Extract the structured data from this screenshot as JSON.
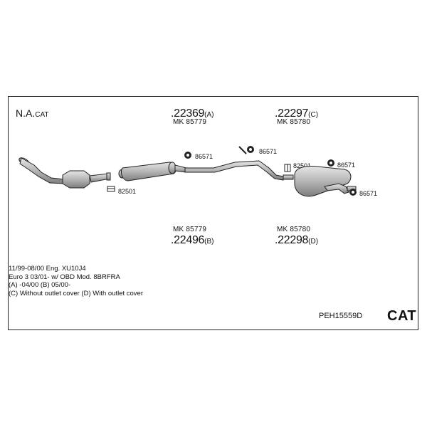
{
  "header": {
    "label_main": "N.A.",
    "label_sub": "CAT"
  },
  "parts_top": [
    {
      "number": ".22369",
      "suffix": "(A)",
      "kit": "MK 85779"
    },
    {
      "number": ".22297",
      "suffix": "(C)",
      "kit": "MK 85780"
    }
  ],
  "parts_bottom": [
    {
      "number": ".22496",
      "suffix": "(B)",
      "kit": "MK 85779"
    },
    {
      "number": ".22298",
      "suffix": "(D)",
      "kit": "MK 85780"
    }
  ],
  "callouts": {
    "hanger_1": "86571",
    "hanger_2": "86571",
    "hanger_3": "86571",
    "hanger_4": "86571",
    "clamp_1": "82501",
    "clamp_2": "82501"
  },
  "notes": [
    "11/99-08/00   Eng.  XU10J4",
    "Euro 3   03/01-   w/ OBD   Mod.  8BRFRA",
    "(A) -04/00 (B) 05/00-",
    "(C) Without outlet cover (D) With outlet cover"
  ],
  "footer": {
    "system_code": "PEH15559D",
    "type_label": "CAT"
  },
  "colors": {
    "line": "#222222",
    "part_fill": "#b9b9b9",
    "part_shadow": "#8a8a8a"
  }
}
